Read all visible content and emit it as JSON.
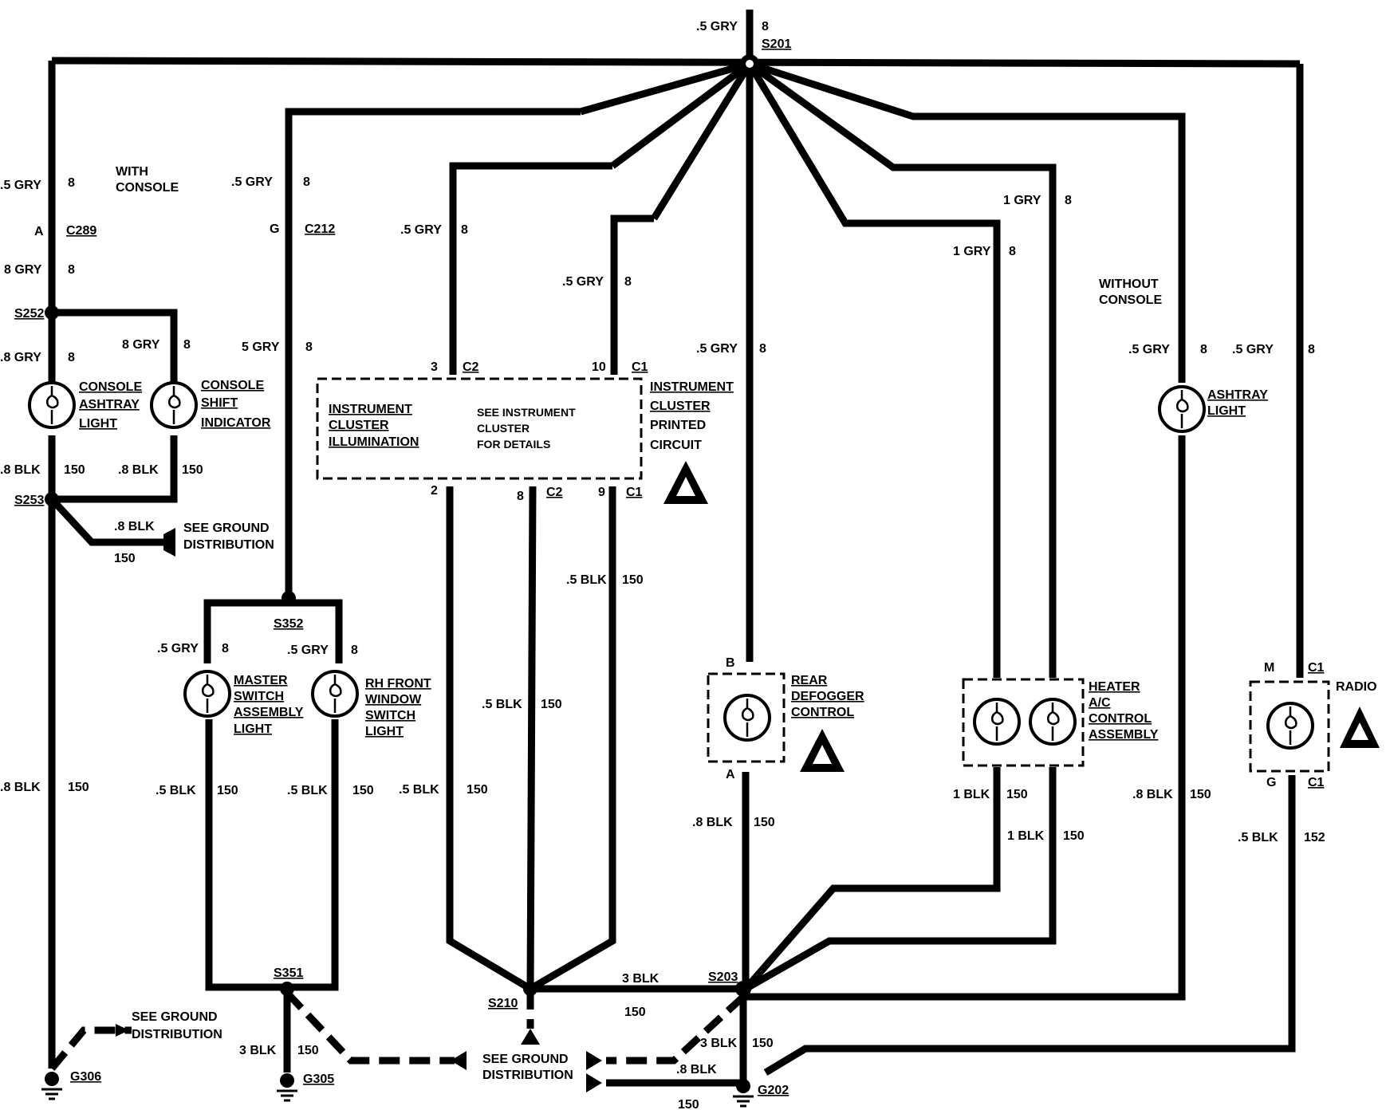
{
  "splices": {
    "s201": "S201",
    "s252": "S252",
    "s253": "S253",
    "s352": "S352",
    "s351": "S351",
    "s210": "S210",
    "s203": "S203"
  },
  "connectors": {
    "c289": "C289",
    "c289_pin": "A",
    "c212": "C212",
    "c212_pin": "G",
    "c2_top": "C2",
    "c2_top_pin": "3",
    "c1_top": "C1",
    "c1_top_pin": "10",
    "c2_bot": "C2",
    "c2_bot_pin2": "2",
    "c2_bot_pin8": "8",
    "c1_bot": "C1",
    "c1_bot_pin": "9",
    "defog_b": "B",
    "defog_a": "A",
    "radio_top": "C1",
    "radio_top_pin": "M",
    "radio_bot": "C1",
    "radio_bot_pin": "G"
  },
  "grounds": {
    "g306": "G306",
    "g305": "G305",
    "g202": "G202"
  },
  "wires": {
    "top_s201": ".5 GRY",
    "top_s201_c": "8",
    "left_top": ".5 GRY",
    "left_top_c": "8",
    "left_c289": "8 GRY",
    "left_c289_c": "8",
    "left_console": ".8 GRY",
    "left_console_c": "8",
    "shift_gry": "8 GRY",
    "shift_gry_c": "8",
    "ashtray_blk": ".8 BLK",
    "ashtray_blk_c": "150",
    "shift_blk": ".8 BLK",
    "shift_blk_c": "150",
    "s253_branch": ".8 BLK",
    "s253_branch_c": "150",
    "left_long_blk": ".8 BLK",
    "left_long_blk_c": "150",
    "c212_wire": ".5 GRY",
    "c212_wire_c": "8",
    "c212_lower": "5 GRY",
    "c212_lower_c": "8",
    "master_gry": ".5 GRY",
    "master_gry_c": "8",
    "rh_gry": ".5 GRY",
    "rh_gry_c": "8",
    "master_blk": ".5 BLK",
    "master_blk_c": "150",
    "rh_blk": ".5 BLK",
    "rh_blk_c": "150",
    "s351_blk": "3 BLK",
    "s351_blk_c": "150",
    "c2_gry": ".5 GRY",
    "c2_gry_c": "8",
    "c1_gry": ".5 GRY",
    "c1_gry_c": "8",
    "c2_pin2_blk": ".5 BLK",
    "c2_pin2_blk_c": "150",
    "c2_pin8_blk": ".5 BLK",
    "c2_pin8_blk_c": "150",
    "c1_blk": ".5 BLK",
    "c1_blk_c": "150",
    "defog_gry": ".5 GRY",
    "defog_gry_c": "8",
    "defog_blk": ".8 BLK",
    "defog_blk_c": "150",
    "s210_s203": "3 BLK",
    "s210_s203_c": "150",
    "s203_g202": "3 BLK",
    "s203_g202_c": "150",
    "g202_blk": ".8 BLK",
    "g202_blk_c": "150",
    "heater_gry1": "1 GRY",
    "heater_gry1_c": "8",
    "heater_gry2": "1 GRY",
    "heater_gry2_c": "8",
    "heater_blk1": "1 BLK",
    "heater_blk1_c": "150",
    "heater_blk2": "1 BLK",
    "heater_blk2_c": "150",
    "ashtray_r_gry": ".5 GRY",
    "ashtray_r_gry_c": "8",
    "ashtray_r_blk": ".8 BLK",
    "ashtray_r_blk_c": "150",
    "radio_gry": ".5 GRY",
    "radio_gry_c": "8",
    "radio_blk": ".5 BLK",
    "radio_blk_c": "152"
  },
  "labels": {
    "with_console": [
      "WITH",
      "CONSOLE"
    ],
    "without_console": [
      "WITHOUT",
      "CONSOLE"
    ],
    "console_ashtray": [
      "CONSOLE",
      "ASHTRAY",
      "LIGHT"
    ],
    "console_shift": [
      "CONSOLE",
      "SHIFT",
      "INDICATOR"
    ],
    "master_switch": [
      "MASTER",
      "SWITCH",
      "ASSEMBLY",
      "LIGHT"
    ],
    "rh_front": [
      "RH FRONT",
      "WINDOW",
      "SWITCH",
      "LIGHT"
    ],
    "ic_illum": [
      "INSTRUMENT",
      "CLUSTER",
      "ILLUMINATION"
    ],
    "see_ic": [
      "SEE INSTRUMENT",
      "CLUSTER",
      "FOR DETAILS"
    ],
    "ic_printed": [
      "INSTRUMENT",
      "CLUSTER",
      "PRINTED",
      "CIRCUIT"
    ],
    "rear_defog": [
      "REAR",
      "DEFOGGER",
      "CONTROL"
    ],
    "heater": [
      "HEATER",
      "A/C",
      "CONTROL",
      "ASSEMBLY"
    ],
    "ashtray_light": [
      "ASHTRAY",
      "LIGHT"
    ],
    "radio": "RADIO",
    "see_ground": [
      "SEE GROUND",
      "DISTRIBUTION"
    ]
  }
}
